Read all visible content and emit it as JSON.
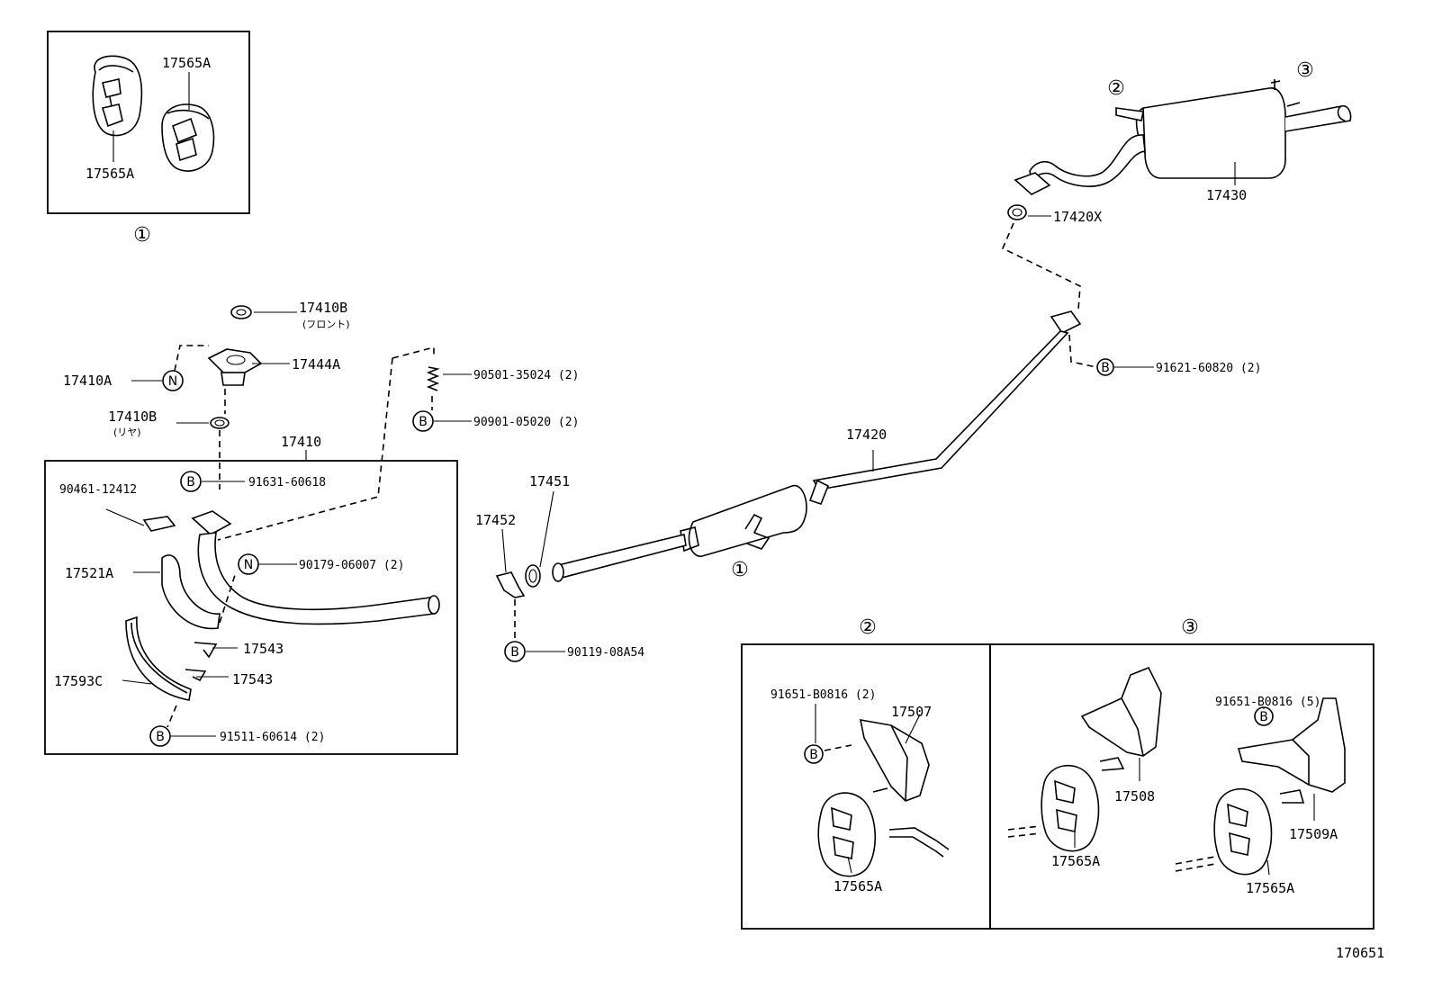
{
  "diagram": {
    "figure_number": "170651",
    "parts": {
      "p17565A_top_right": "17565A",
      "p17565A_top_left": "17565A",
      "p17430": "17430",
      "p17420X": "17420X",
      "p17410B_front": "17410B",
      "p17410B_front_note": "(フロント)",
      "p17444A": "17444A",
      "p17410A": "17410A",
      "p90501": "90501-35024 (2)",
      "p17410B_rear": "17410B",
      "p17410B_rear_note": "(リヤ)",
      "p90901": "90901-05020 (2)",
      "p17410": "17410",
      "p91621": "91621-60820 (2)",
      "p17420": "17420",
      "p90461": "90461-12412",
      "p91631": "91631-60618",
      "p17451": "17451",
      "p17452": "17452",
      "p90179": "90179-06007 (2)",
      "p17521A": "17521A",
      "p17543_a": "17543",
      "p17543_b": "17543",
      "p17593C": "17593C",
      "p91511": "91511-60614 (2)",
      "p90119": "90119-08A54",
      "p91651_2": "91651-B0816 (2)",
      "p17507": "17507",
      "p17565A_2": "17565A",
      "p91651_5": "91651-B0816 (5)",
      "p17508": "17508",
      "p17509A": "17509A",
      "p17565A_3a": "17565A",
      "p17565A_3b": "17565A"
    },
    "callouts": {
      "one": "①",
      "two": "②",
      "three": "③",
      "B": "B",
      "N": "N"
    }
  }
}
